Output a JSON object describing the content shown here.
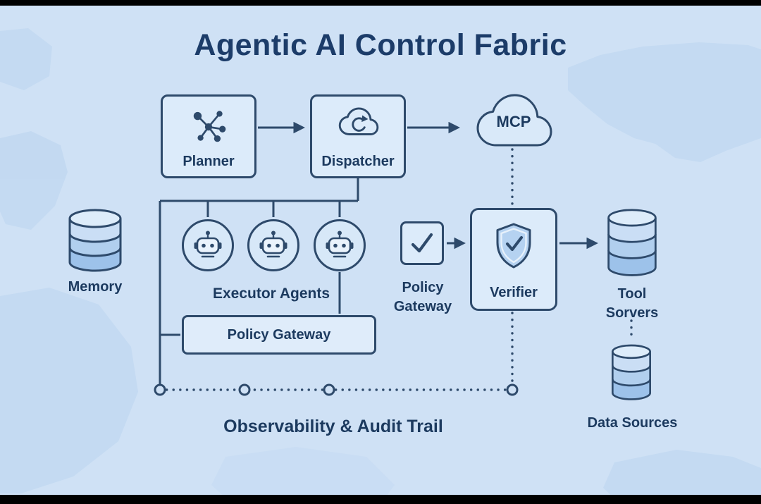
{
  "title": "Agentic AI Control Fabric",
  "nodes": {
    "planner": {
      "label": "Planner"
    },
    "dispatcher": {
      "label": "Dispatcher"
    },
    "mcp": {
      "label": "MCP"
    },
    "memory": {
      "label": "Memory"
    },
    "executor_agents": {
      "label": "Executor Agents"
    },
    "policy_gateway_node": {
      "label": "Policy Gateway"
    },
    "verifier": {
      "label": "Verifier"
    },
    "tool_servers": {
      "line1": "Tool",
      "line2": "Sorvers"
    },
    "policy_gateway_bar": {
      "label": "Policy Gateway"
    },
    "data_sources": {
      "label": "Data Sources"
    },
    "audit_trail": {
      "label": "Observability & Audit Trail"
    }
  },
  "icons": {
    "planner": "workflow-graph-icon",
    "dispatcher": "cloud-sync-icon",
    "mcp": "cloud-icon",
    "memory": "database-icon",
    "executor_agents": "robot-icon",
    "policy_gateway_node": "checkmark-icon",
    "verifier": "shield-check-icon",
    "tool_servers": "database-stack-icon",
    "data_sources": "database-stack-icon"
  },
  "colors": {
    "background": "#cfe1f5",
    "map_silhouette": "#bcd5f0",
    "node_fill": "#dcebfa",
    "node_border": "#2e4a6b",
    "text": "#1c3a5f",
    "cylinder_band_light": "#cadef5",
    "cylinder_band_mid": "#b1cfee",
    "cylinder_band_dark": "#9dc2ea",
    "cylinder_top": "#ddecfa",
    "shield_fill": "#b5d2f1",
    "letterbox": "#000000"
  }
}
